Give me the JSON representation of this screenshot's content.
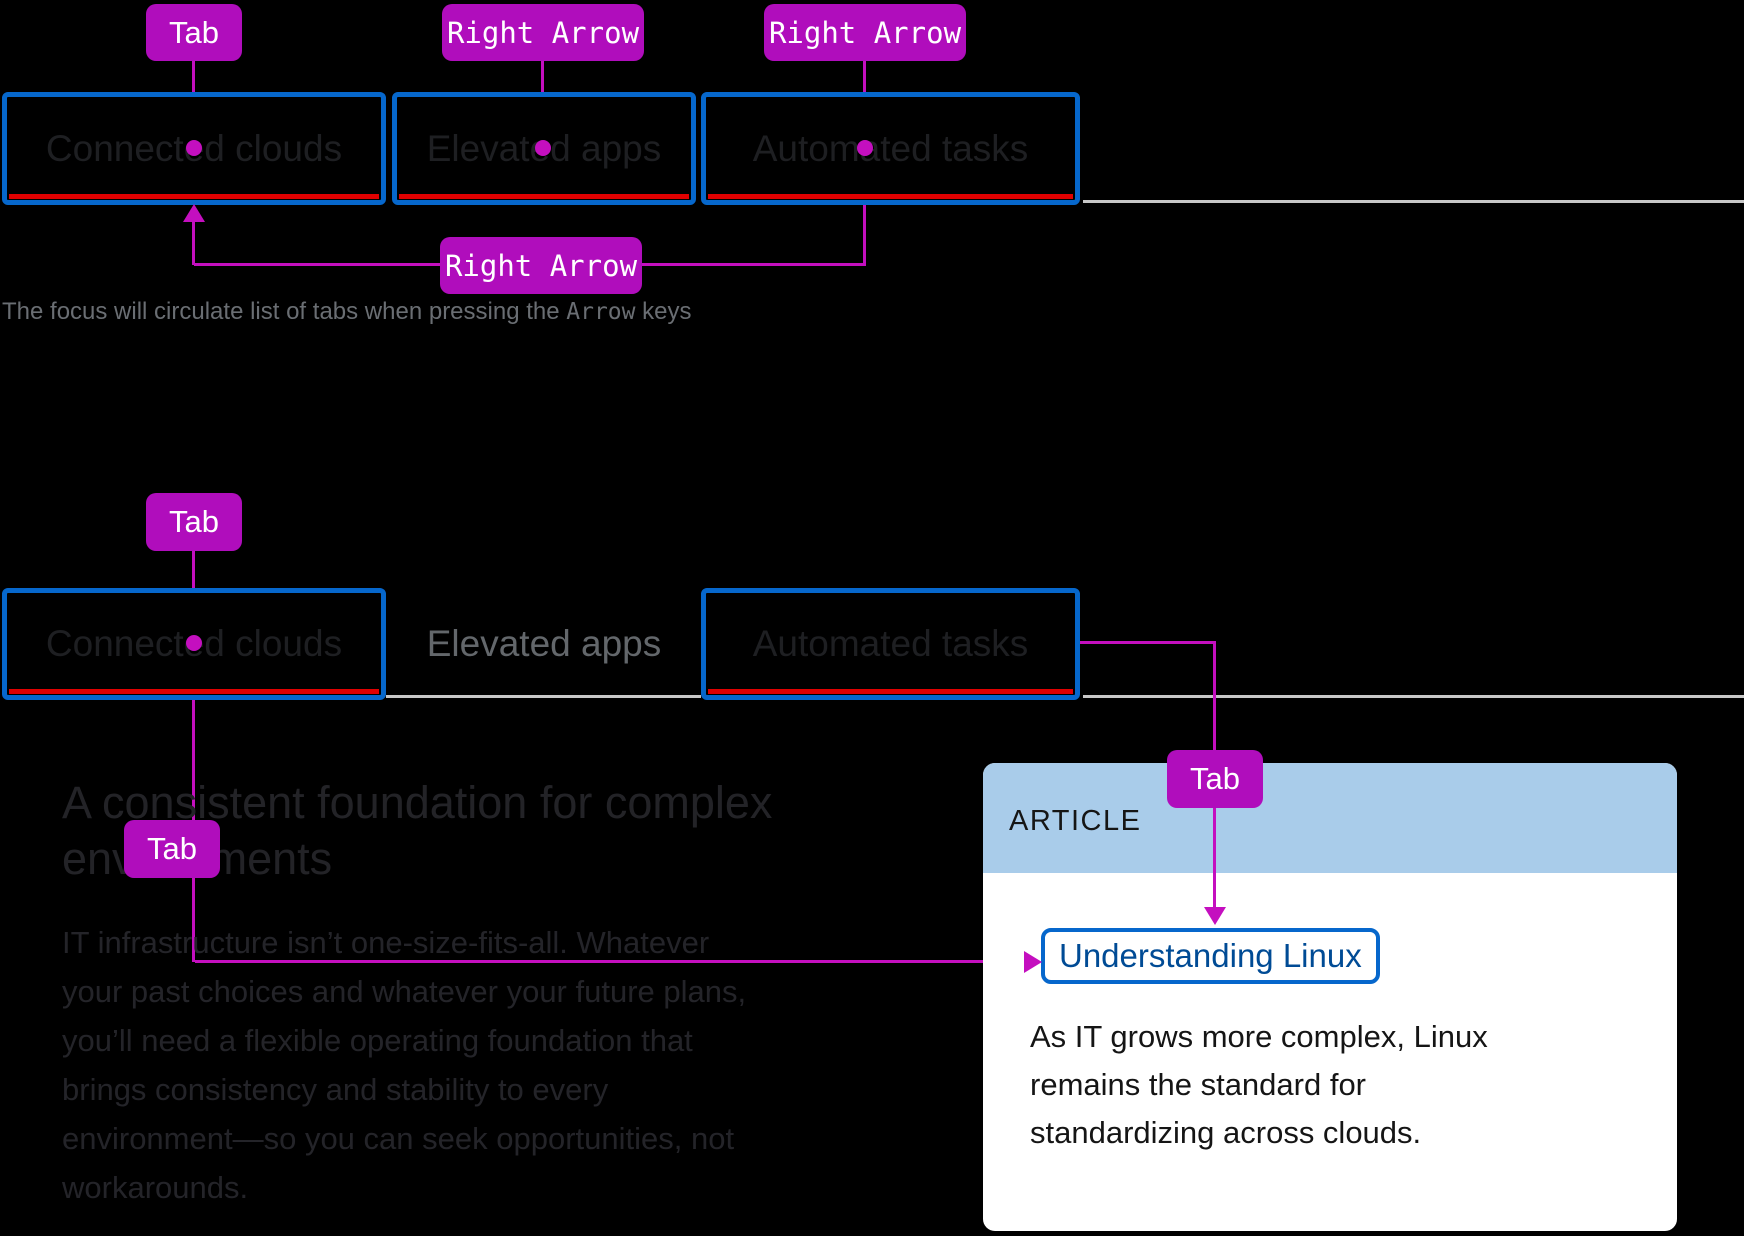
{
  "colors": {
    "background": "#000000",
    "key_badge_magenta": "#B00DBC",
    "connector_magenta": "#C40FBF",
    "tab_focus_border_blue": "#0667CC",
    "tab_selected_underline_red": "#E00000",
    "tabs_divider_gray": "#C8C8C8",
    "caption_gray": "#6A6E73",
    "dimmed_text": "#232327",
    "card_header_blue": "#A9CCEA",
    "link_blue": "#004B95",
    "card_text": "#151515"
  },
  "keys": {
    "tab": "Tab",
    "right_arrow": "Right Arrow"
  },
  "tabs": {
    "tab1": "Connected clouds",
    "tab2": "Elevated apps",
    "tab3": "Automated tasks"
  },
  "caption": {
    "prefix": "The focus will circulate list of tabs when pressing the ",
    "mono": "Arrow",
    "suffix": " keys"
  },
  "section2": {
    "heading_line1": "A consistent foundation for complex",
    "heading_line2": "environments",
    "paragraph_lines": [
      "IT infrastructure isn’t one-size-fits-all. Whatever",
      "your past choices and whatever your future plans,",
      "you’ll need a flexible operating foundation that",
      "brings consistency and stability to every",
      "environment—so you can seek opportunities, not",
      "workarounds."
    ],
    "article": {
      "eyebrow": "ARTICLE",
      "link_label": "Understanding Linux",
      "body_line1": "As IT grows more complex, Linux",
      "body_line2": "remains the standard for",
      "body_line3": "standardizing across clouds."
    }
  }
}
